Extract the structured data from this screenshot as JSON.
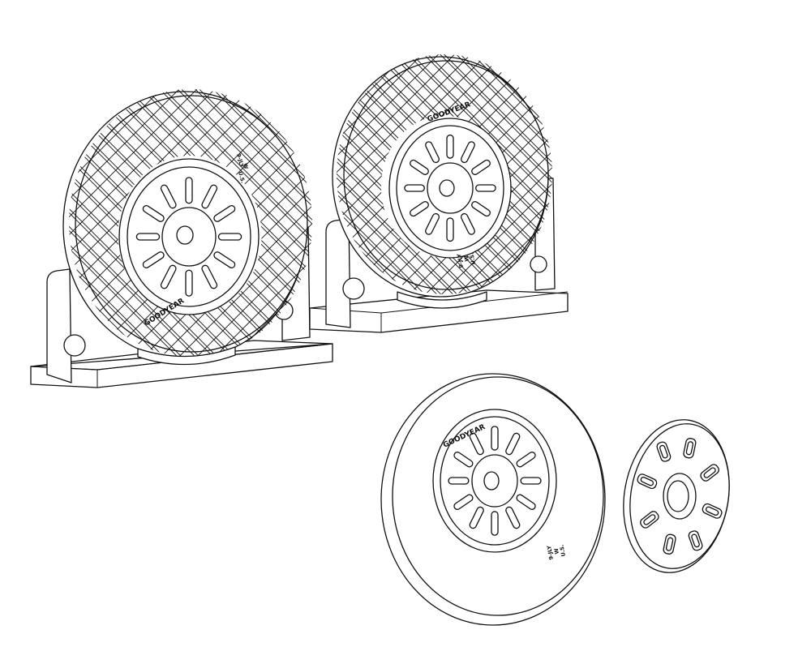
{
  "sidewall_text": {
    "brand": "GOODYEAR",
    "size_line1": "9-JLY",
    "size_line2": "W",
    "size_line3": "U.S."
  },
  "colors": {
    "line": "#111111",
    "background": "#ffffff"
  }
}
